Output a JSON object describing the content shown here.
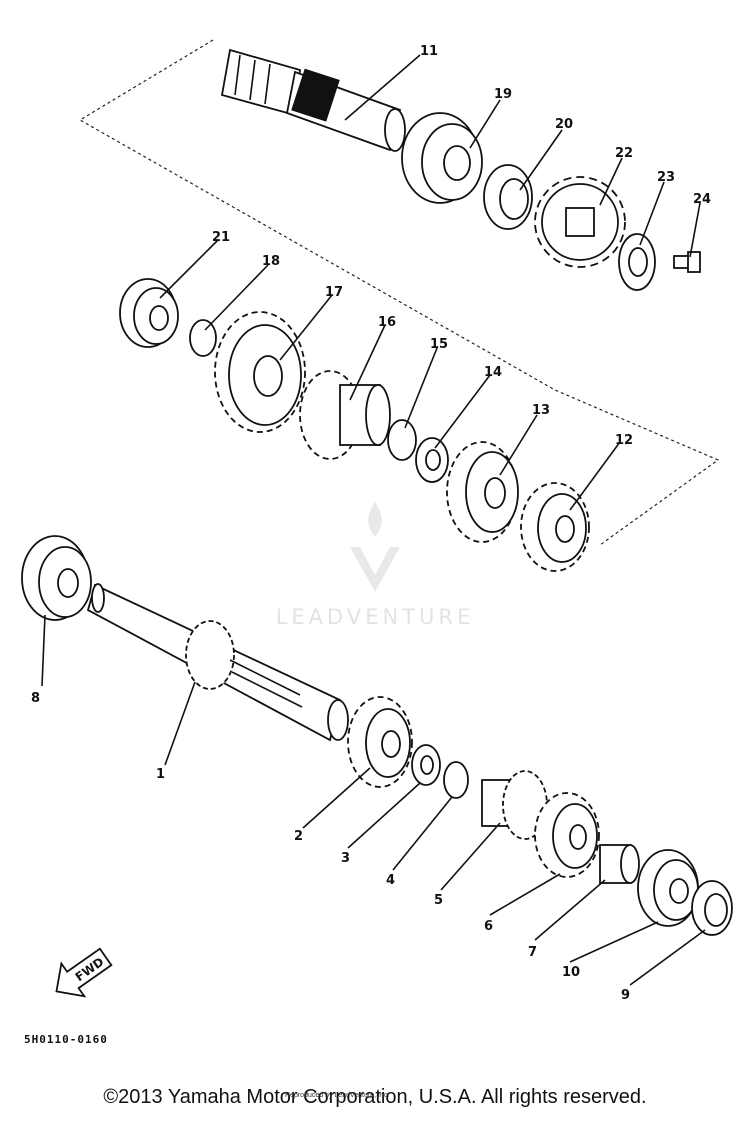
{
  "diagram": {
    "callouts": [
      "1",
      "2",
      "3",
      "4",
      "5",
      "6",
      "7",
      "8",
      "9",
      "10",
      "11",
      "12",
      "13",
      "14",
      "15",
      "16",
      "17",
      "18",
      "19",
      "20",
      "21",
      "22",
      "23",
      "24"
    ],
    "fwd_label": "FWD",
    "diagram_code": "5H0110-0160"
  },
  "watermark": {
    "brand": "LEADVENTURE"
  },
  "footer": {
    "copyright": "©2013 Yamaha Motor Corporation, U.S.A. All rights reserved.",
    "reproduced_note": "Reproduced by LeadVenture, Inc."
  }
}
